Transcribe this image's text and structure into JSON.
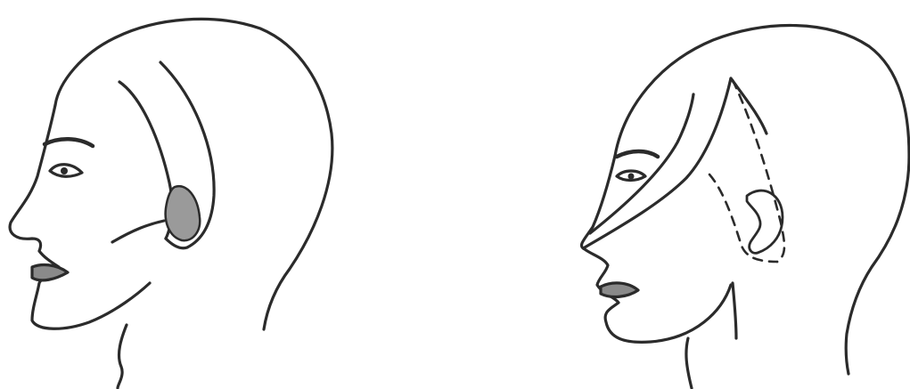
{
  "scene": {
    "background": "#ffffff",
    "ink_color": "#2b2b2b",
    "shade_color": "#8a8a8a",
    "figures": [
      {
        "name": "head-with-band-over-ear",
        "view": "profile"
      },
      {
        "name": "head-with-diagonal-band",
        "view": "profile",
        "has_dashed_guide": true
      }
    ]
  }
}
